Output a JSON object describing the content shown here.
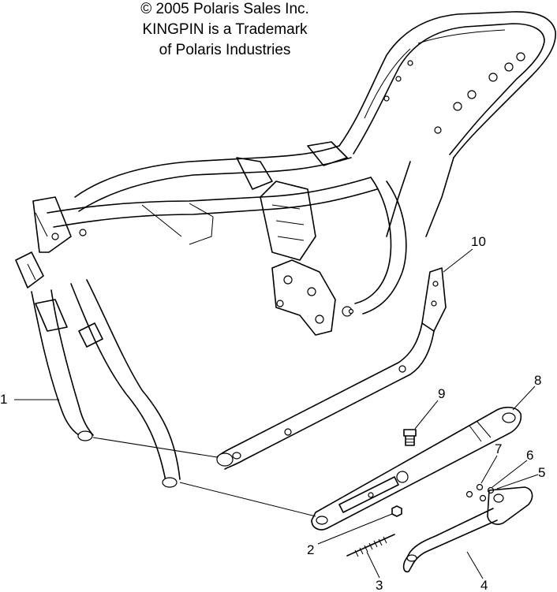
{
  "copyright": {
    "line1": "© 2005 Polaris Sales Inc.",
    "line2": "KINGPIN is a Trademark",
    "line3": "of Polaris Industries"
  },
  "callouts": [
    {
      "id": "1",
      "label": "1"
    },
    {
      "id": "2",
      "label": "2"
    },
    {
      "id": "3",
      "label": "3"
    },
    {
      "id": "4",
      "label": "4"
    },
    {
      "id": "5",
      "label": "5"
    },
    {
      "id": "6",
      "label": "6"
    },
    {
      "id": "7",
      "label": "7"
    },
    {
      "id": "8",
      "label": "8"
    },
    {
      "id": "9",
      "label": "9"
    },
    {
      "id": "10",
      "label": "10"
    }
  ]
}
